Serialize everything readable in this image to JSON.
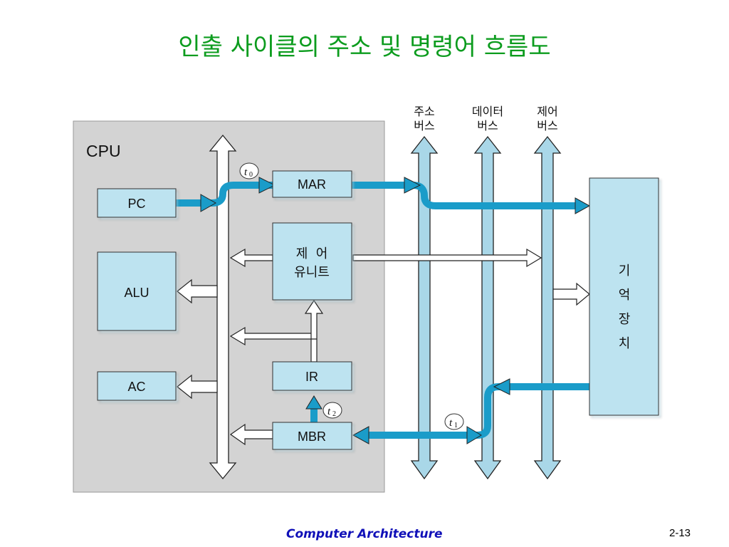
{
  "title": "인출 사이클의 주소 및 명령어 흐름도",
  "cpu_label": "CPU",
  "buses": {
    "address": [
      "주소",
      "버스"
    ],
    "data": [
      "데이터",
      "버스"
    ],
    "control": [
      "제어",
      "버스"
    ]
  },
  "registers": {
    "pc": "PC",
    "alu": "ALU",
    "ac": "AC",
    "mar": "MAR",
    "ir": "IR",
    "mbr": "MBR"
  },
  "control_unit": [
    "제  어",
    "유니트"
  ],
  "memory": [
    "기",
    "억",
    "장",
    "치"
  ],
  "time_steps": {
    "t0": "t",
    "t0_sub": "0",
    "t1": "t",
    "t1_sub": "1",
    "t2": "t",
    "t2_sub": "2"
  },
  "footer": "Computer Architecture",
  "page_number": "2-13",
  "colors": {
    "title": "#0c9c1e",
    "box_fill": "#bde3f0",
    "bus_fill": "#a9d7e8",
    "flow": "#1a9cc9",
    "cpu_panel": "#d3d3d3",
    "footer": "#1010b8"
  }
}
